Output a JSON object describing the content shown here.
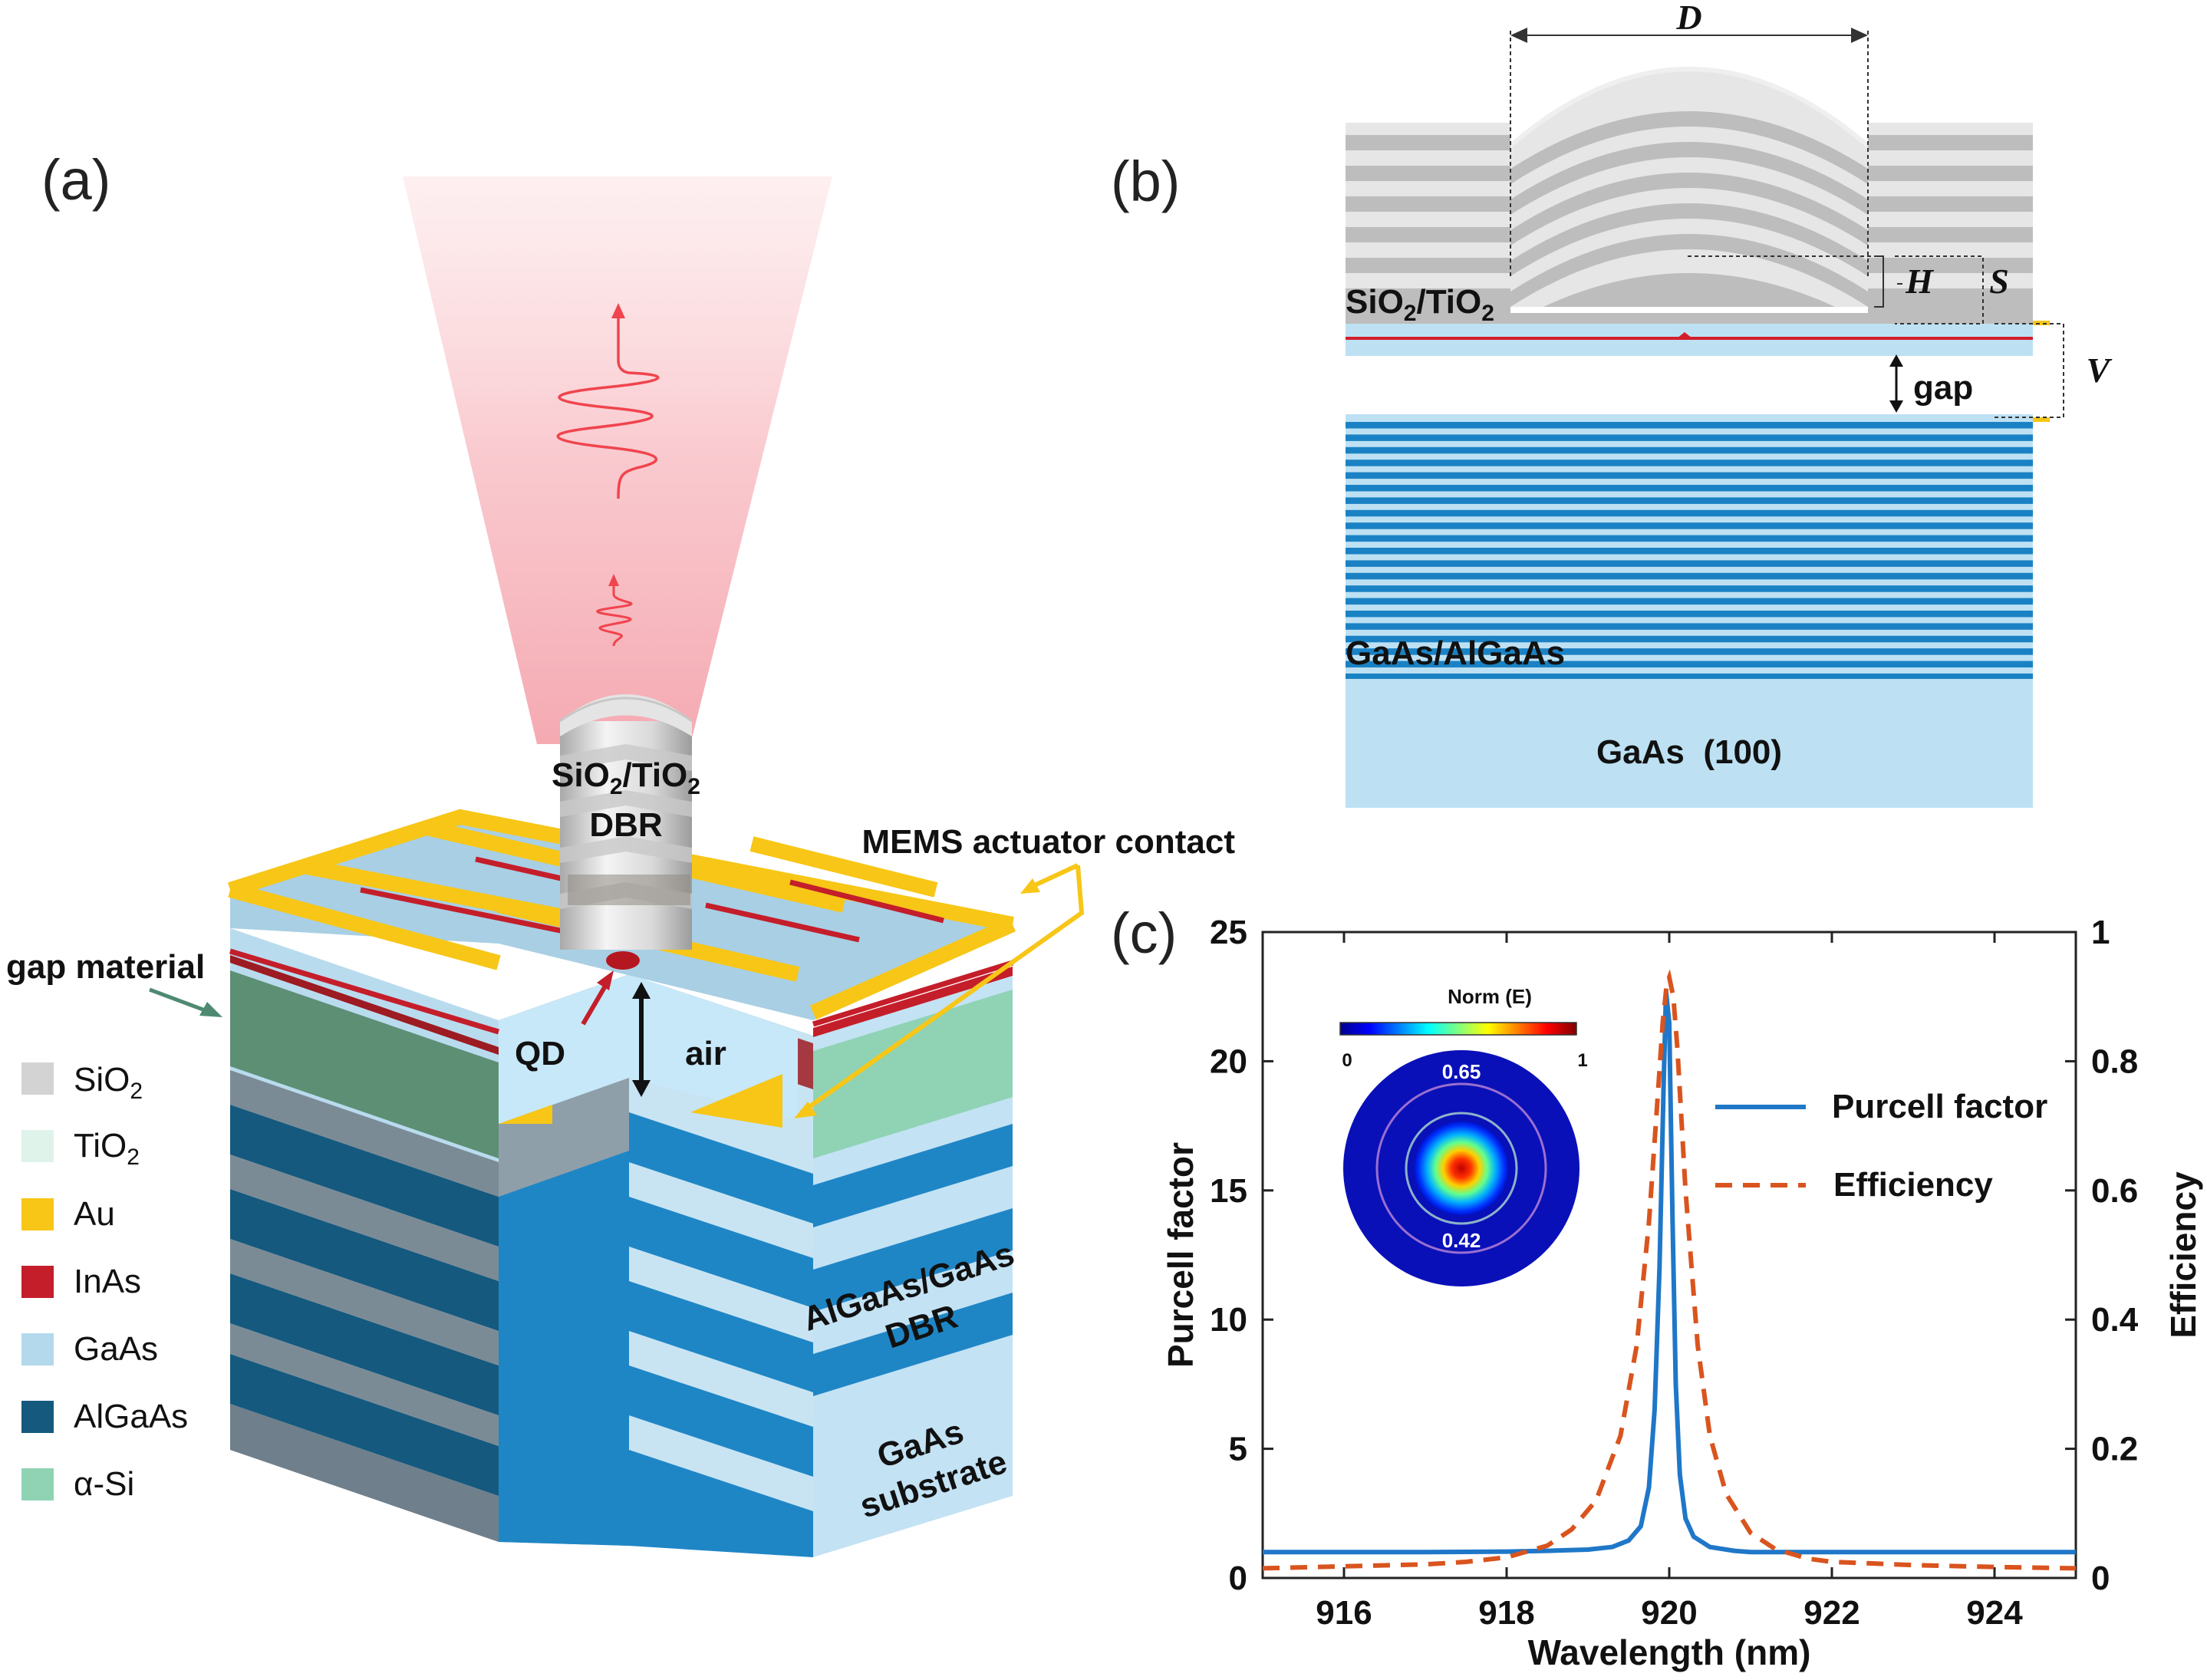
{
  "panels": {
    "a": "(a)",
    "b": "(b)",
    "c": "(c)"
  },
  "panel_a": {
    "labels": {
      "top_dbr_line1": "SiO2/TiO2",
      "top_dbr_line2": "DBR",
      "mems": "MEMS actuator contact",
      "gap_material": "gap material",
      "qd": "QD",
      "air": "air",
      "bottom_dbr_line1": "AlGaAs/GaAs",
      "bottom_dbr_line2": "DBR",
      "substrate_line1": "GaAs",
      "substrate_line2": "substrate"
    },
    "legend": [
      {
        "label": "SiO2",
        "color": "#d3d3d3"
      },
      {
        "label": "TiO2",
        "color": "#e0f3ea"
      },
      {
        "label": "Au",
        "color": "#f7c617"
      },
      {
        "label": "InAs",
        "color": "#c41e2a"
      },
      {
        "label": "GaAs",
        "color": "#b4d8ec"
      },
      {
        "label": "AlGaAs",
        "color": "#15597e"
      },
      {
        "label": "α-Si",
        "color": "#8fd3b4"
      }
    ],
    "colors": {
      "glow": "#f9c2c8",
      "wave": "#f0444e"
    }
  },
  "panel_b": {
    "labels": {
      "D": "D",
      "H": "H",
      "S": "S",
      "V": "V",
      "top": "SiO2/TiO2",
      "gap": "gap",
      "dbr": "GaAs/AlGaAs",
      "substrate": "GaAs  (100)"
    },
    "colors": {
      "gaas": "#bde1f3",
      "algaas": "#1a82c4",
      "sio2": "#bdbdbd",
      "tio2": "#e6e6e6",
      "inas": "#d21f2b",
      "au": "#f7c617"
    }
  },
  "chart_data": {
    "type": "line",
    "xlabel": "Wavelength (nm)",
    "ylabel": "Purcell factor",
    "y2label": "Efficiency",
    "xlim": [
      915,
      925
    ],
    "ylim": [
      0,
      25
    ],
    "y2lim": [
      0,
      1
    ],
    "xticks": [
      "916",
      "918",
      "920",
      "922",
      "924"
    ],
    "yticks": [
      "0",
      "5",
      "10",
      "15",
      "20",
      "25"
    ],
    "y2ticks": [
      "0",
      "0.2",
      "0.4",
      "0.6",
      "0.8",
      "1"
    ],
    "series": [
      {
        "name": "Purcell factor",
        "axis": "left",
        "color": "#1f77c8",
        "style": "solid",
        "x": [
          915,
          916,
          917,
          918,
          918.5,
          919,
          919.3,
          919.5,
          919.65,
          919.75,
          919.82,
          919.88,
          919.93,
          919.96,
          920.0,
          920.04,
          920.08,
          920.13,
          920.2,
          920.3,
          920.5,
          920.8,
          921,
          922,
          923,
          924,
          925
        ],
        "y": [
          1.0,
          1.0,
          1.0,
          1.02,
          1.05,
          1.1,
          1.2,
          1.45,
          2.0,
          3.5,
          6.5,
          12.0,
          19.0,
          22.7,
          21.5,
          14.0,
          7.5,
          4.0,
          2.3,
          1.6,
          1.2,
          1.05,
          1.0,
          1.0,
          1.0,
          1.0,
          1.0
        ]
      },
      {
        "name": "Efficiency",
        "axis": "right",
        "color": "#d9541e",
        "style": "dashed",
        "x": [
          915,
          916,
          917,
          917.5,
          918,
          918.5,
          918.8,
          919.1,
          919.4,
          919.6,
          919.75,
          919.85,
          919.92,
          919.97,
          920.0,
          920.05,
          920.1,
          920.2,
          920.35,
          920.5,
          920.7,
          921,
          921.3,
          921.7,
          922,
          923,
          924,
          925
        ],
        "y": [
          0.015,
          0.018,
          0.021,
          0.025,
          0.032,
          0.05,
          0.075,
          0.12,
          0.22,
          0.36,
          0.55,
          0.73,
          0.86,
          0.92,
          0.93,
          0.9,
          0.82,
          0.6,
          0.36,
          0.22,
          0.13,
          0.07,
          0.045,
          0.03,
          0.025,
          0.02,
          0.017,
          0.015
        ]
      }
    ],
    "inset": {
      "colorbar_title": "Norm (E)",
      "colorbar_min": "0",
      "colorbar_max": "1",
      "ring_outer_label": "0.65",
      "ring_inner_label": "0.42"
    }
  }
}
